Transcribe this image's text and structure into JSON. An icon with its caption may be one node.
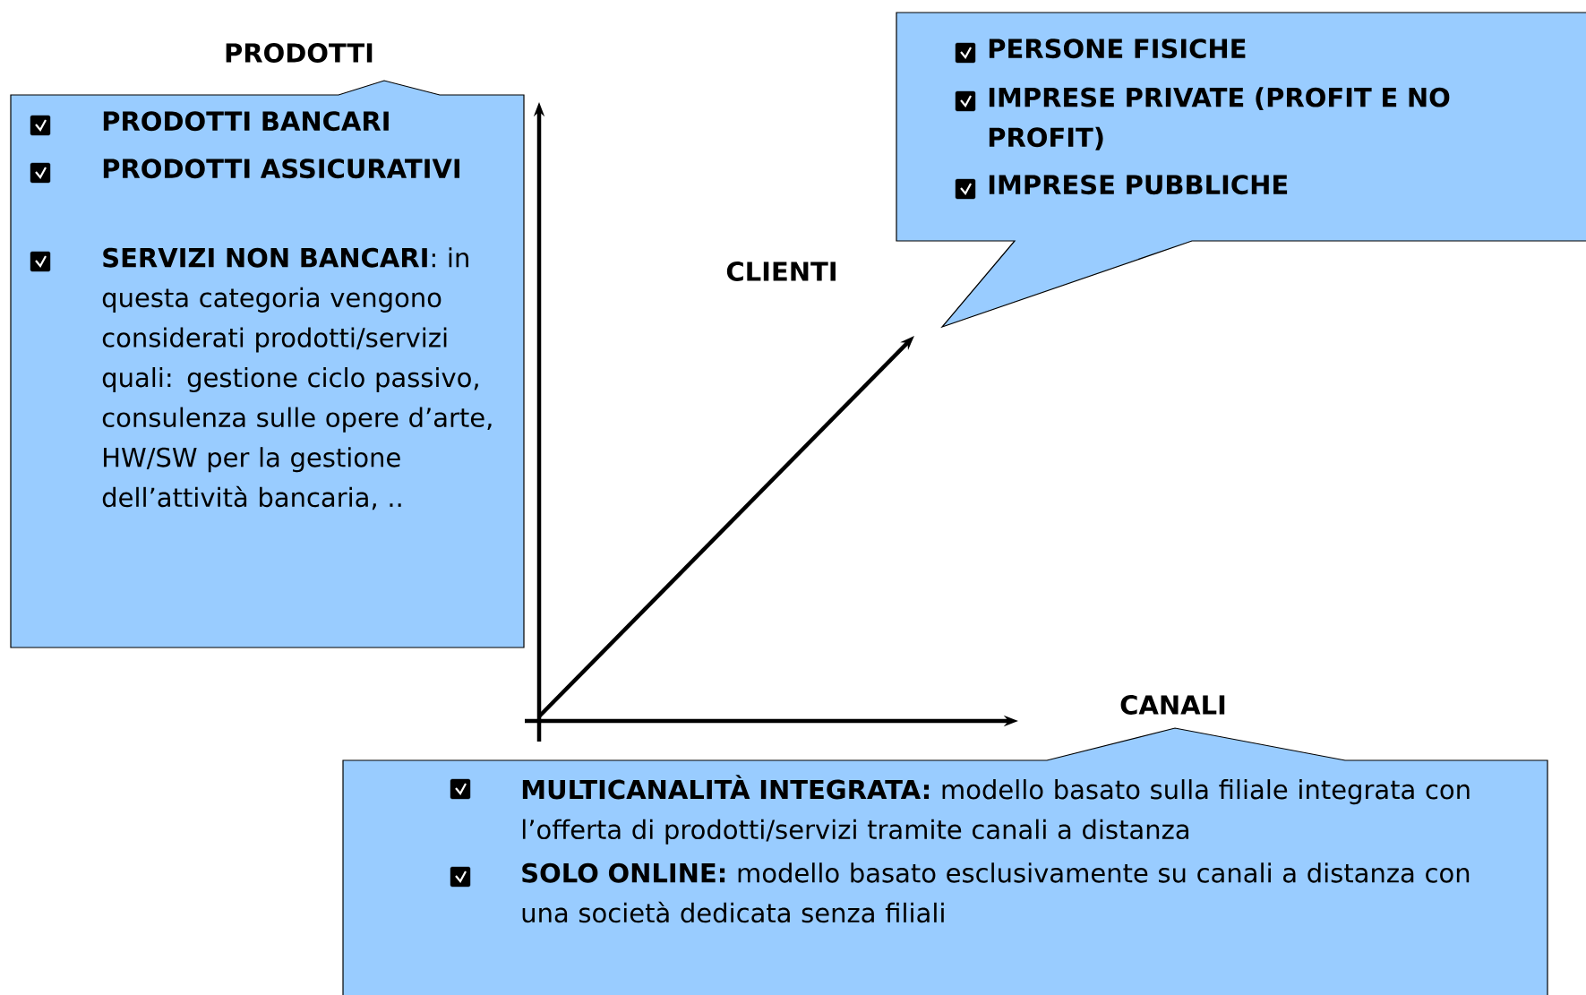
{
  "diagram": {
    "nodes": [
      {
        "text": [
          "PRODOTTI",
          "PRODOTTI BANCARI",
          "PRODOTTI ASSICURATIVI",
          "**SERVIZI NON BANCARI**: in questa categoria vengono considerati prodotti/servizi quali: gestione ciclo passivo, consulenza sulle opere d’arte, HW/SW per la gestione dell’attività bancaria, .."
        ]
      },
      {
        "text": [
          "CLIENTI",
          "PERSONE FISICHE",
          "IMPRESE PRIVATE (PROFIT E NO PROFIT)",
          "IMPRESE PUBBLICHE"
        ]
      },
      {
        "text": [
          "CANALI",
          "**MULTICANALITÀ INTEGRATA:** modello basato sulla filiale integrata con l’offerta di prodotti/servizi tramite canali a distanza",
          "**SOLO ONLINE:** modello basato esclusivamente su canali a distanza con una società dedicata senza filiali"
        ]
      }
    ]
  }
}
